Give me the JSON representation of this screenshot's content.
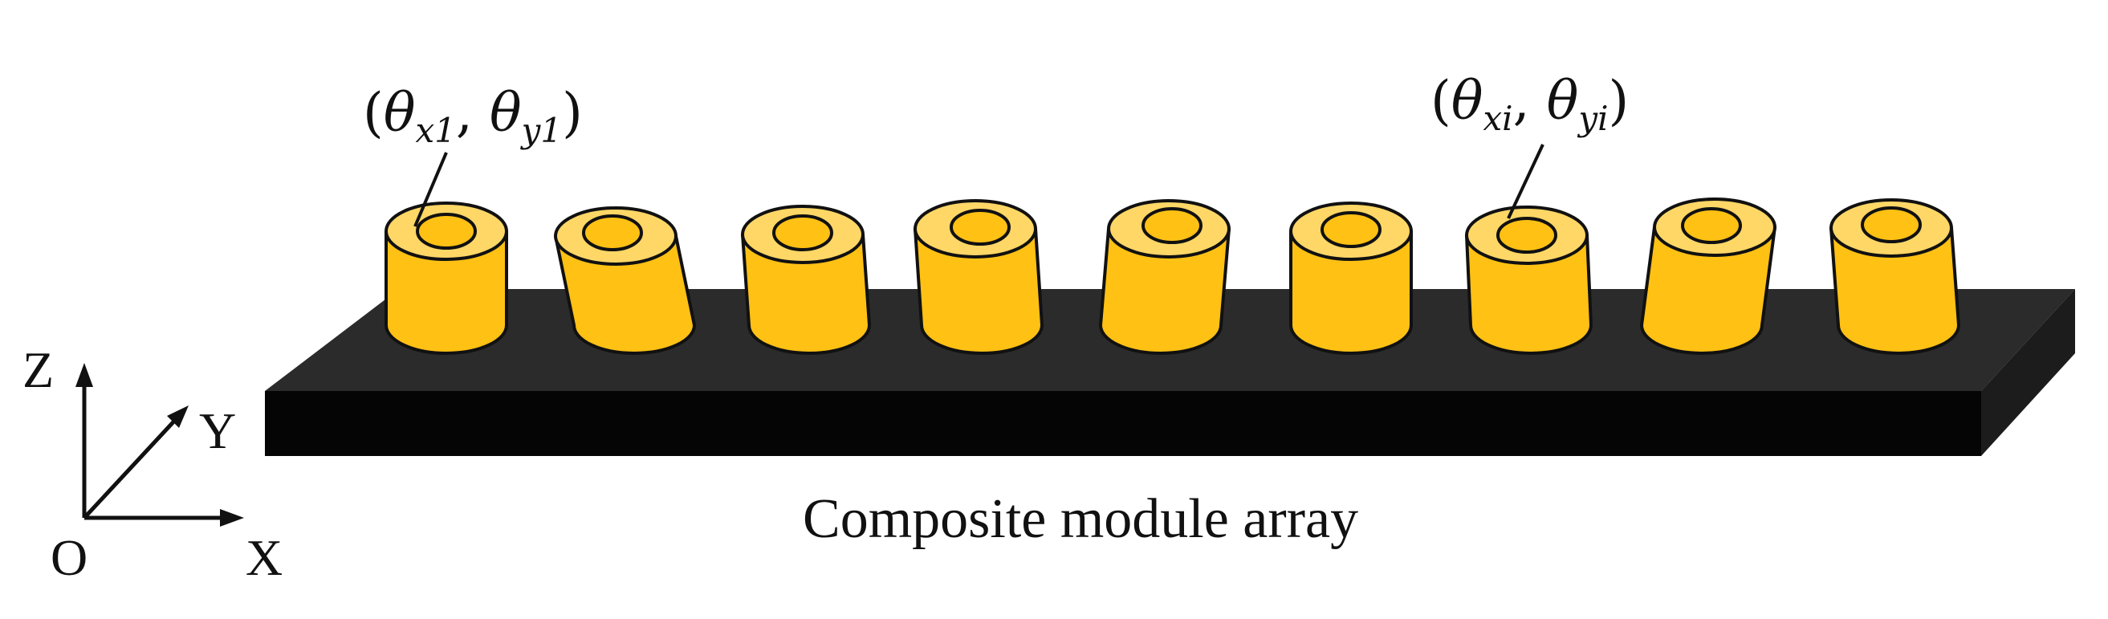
{
  "axes": {
    "z_label": "Z",
    "y_label": "Y",
    "x_label": "X",
    "origin_label": "O"
  },
  "labels": {
    "first_module": {
      "open": "(",
      "theta_x": "θ",
      "sub_x": "x1",
      "comma": ", ",
      "theta_y": "θ",
      "sub_y": "y1",
      "close": ")"
    },
    "ith_module": {
      "open": "(",
      "theta_x": "θ",
      "sub_x": "xi",
      "comma": ", ",
      "theta_y": "θ",
      "sub_y": "yi",
      "close": ")"
    }
  },
  "caption": "Composite module array",
  "module_count": 9,
  "colors": {
    "module_body": "#FFC114",
    "module_top": "#FFD766",
    "platform_top": "#2B2B2B",
    "platform_front": "#050505",
    "platform_side": "#1C1C1C",
    "stroke": "#111111"
  }
}
